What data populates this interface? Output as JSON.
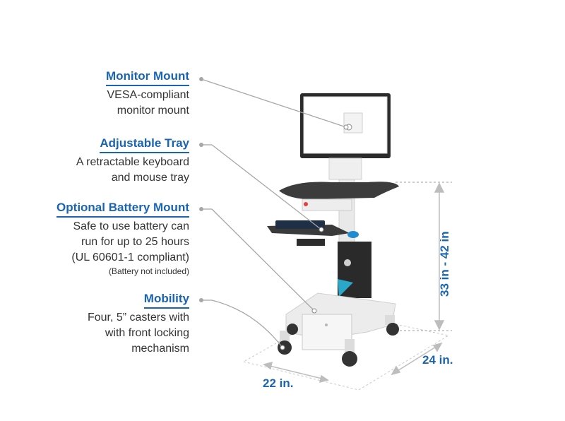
{
  "features": [
    {
      "id": "monitor",
      "title": "Monitor Mount",
      "lines": [
        "VESA-compliant",
        "monitor mount"
      ],
      "note": ""
    },
    {
      "id": "tray",
      "title": "Adjustable Tray",
      "lines": [
        "A retractable keyboard",
        "and mouse tray"
      ],
      "note": ""
    },
    {
      "id": "battery",
      "title": "Optional Battery Mount",
      "lines": [
        "Safe to use battery can",
        "run for up to 25 hours",
        "(UL 60601-1 compliant)"
      ],
      "note": "(Battery not included)"
    },
    {
      "id": "mobility",
      "title": "Mobility",
      "lines": [
        "Four, 5” casters with",
        "with front locking",
        "mechanism"
      ],
      "note": ""
    }
  ],
  "dimensions": {
    "height": "33 in - 42 in",
    "depth": "24 in.",
    "width": "22 in."
  },
  "colors": {
    "accent": "#1a64b0",
    "text": "#333333",
    "leader": "#9a9a9a",
    "cart": "#e8e9ea",
    "dark": "#3a3a3a"
  }
}
